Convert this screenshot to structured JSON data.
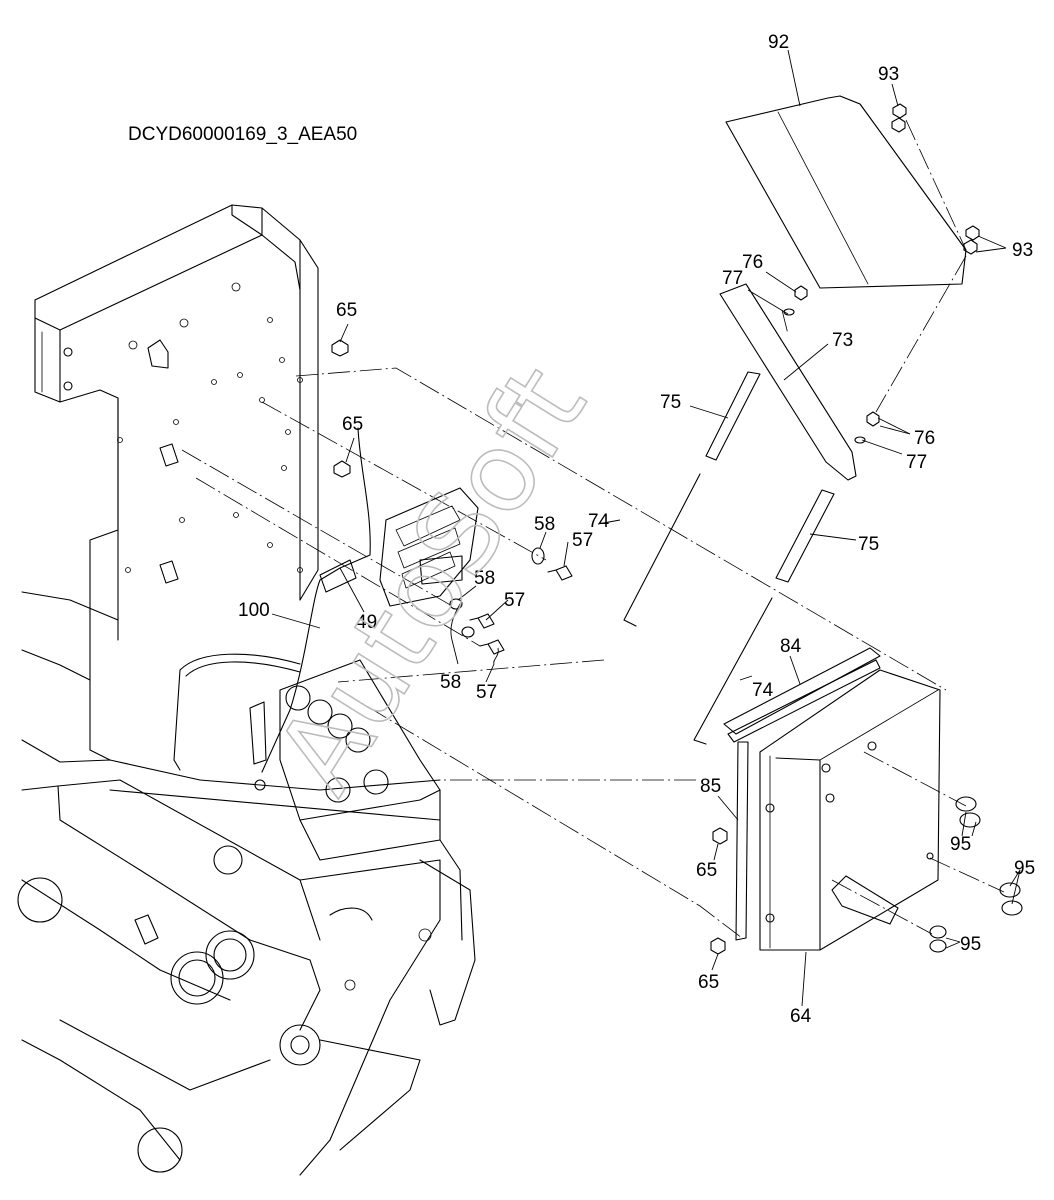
{
  "drawing_code": "DCYD60000169_3_AEA50",
  "watermark": "AutoSoft",
  "callouts": [
    "92",
    "93",
    "93",
    "76",
    "77",
    "73",
    "76",
    "77",
    "75",
    "75",
    "65",
    "65",
    "58",
    "74",
    "57",
    "58",
    "57",
    "49",
    "100",
    "58",
    "57",
    "84",
    "74",
    "85",
    "65",
    "95",
    "95",
    "95",
    "65",
    "64"
  ]
}
